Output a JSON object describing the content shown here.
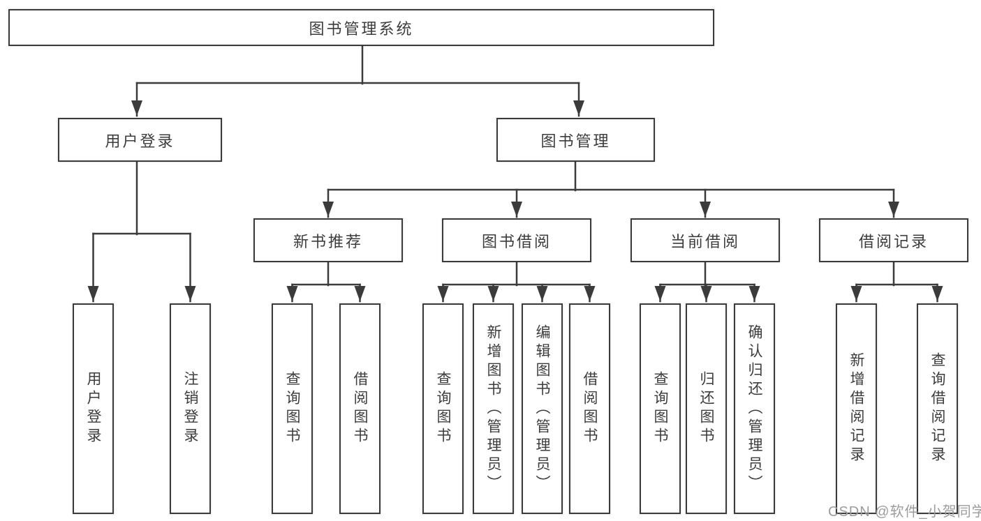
{
  "tree": {
    "root": "图书管理系统",
    "children": [
      {
        "label": "用户登录",
        "children": [
          "用户登录",
          "注销登录"
        ]
      },
      {
        "label": "图书管理",
        "children": [
          {
            "label": "新书推荐",
            "children": [
              "查询图书",
              "借阅图书"
            ]
          },
          {
            "label": "图书借阅",
            "children": [
              "查询图书",
              "新增图书（管理员）",
              "编辑图书（管理员）",
              "借阅图书"
            ]
          },
          {
            "label": "当前借阅",
            "children": [
              "查询图书",
              "归还图书",
              "确认归还（管理员）"
            ]
          },
          {
            "label": "借阅记录",
            "children": [
              "新增借阅记录",
              "查询借阅记录"
            ]
          }
        ]
      }
    ]
  },
  "watermark": "CSDN @软件_小贺同学",
  "colors": {
    "line": "#3b3b3b",
    "box_border": "#3b3b3b",
    "box_fill": "#ffffff",
    "text": "#3c3c3c",
    "watermark": "#9c9c9c",
    "background": "#ffffff"
  }
}
